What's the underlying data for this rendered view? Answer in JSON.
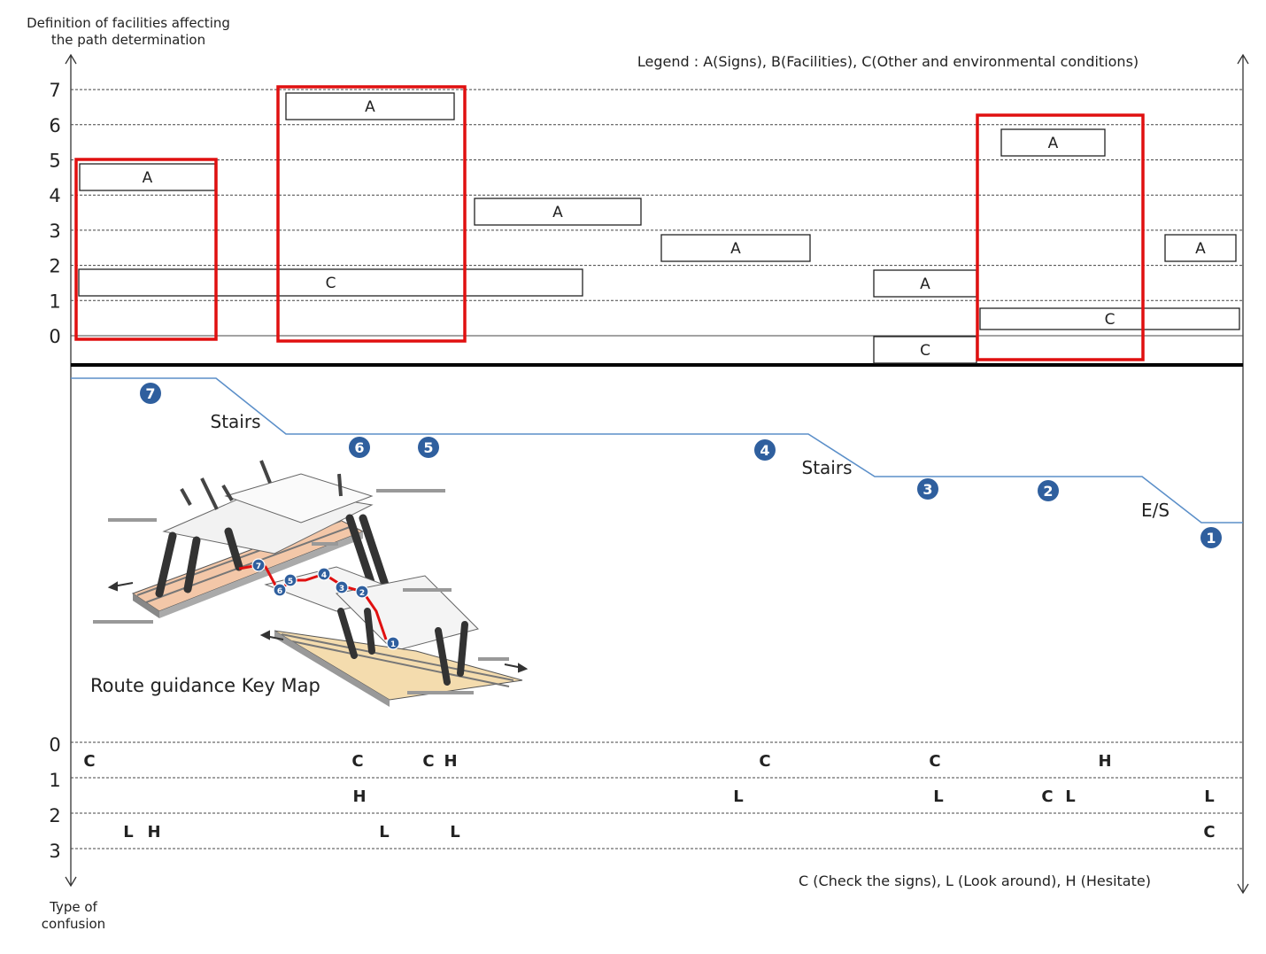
{
  "top_axis": {
    "title_line1": "Definition of facilities affecting",
    "title_line2": "the path determination",
    "tick_labels": [
      "0",
      "1",
      "2",
      "3",
      "4",
      "5",
      "6",
      "7"
    ]
  },
  "legend_top": "Legend :  A(Signs), B(Facilities), C(Other and environmental conditions)",
  "facility_boxes": [
    {
      "id": "b1",
      "label": "A",
      "level": 5
    },
    {
      "id": "b2",
      "label": "C",
      "level": 2
    },
    {
      "id": "b3",
      "label": "A",
      "level": 7
    },
    {
      "id": "b4",
      "label": "A",
      "level": 4
    },
    {
      "id": "b5",
      "label": "A",
      "level": 3
    },
    {
      "id": "b6",
      "label": "A",
      "level": 2
    },
    {
      "id": "b7",
      "label": "C",
      "level": 0
    },
    {
      "id": "b8",
      "label": "A",
      "level": 6
    },
    {
      "id": "b9",
      "label": "C",
      "level": 1
    },
    {
      "id": "b10",
      "label": "A",
      "level": 3
    }
  ],
  "route": {
    "stair_label_1": "Stairs",
    "stair_label_2": "Stairs",
    "escalator_label": "E/S",
    "points": [
      "7",
      "6",
      "5",
      "4",
      "3",
      "2",
      "1"
    ]
  },
  "key_map": {
    "caption": "Route guidance Key Map",
    "points": [
      "7",
      "6",
      "5",
      "4",
      "3",
      "2",
      "1"
    ]
  },
  "bottom_axis": {
    "title_line1": "Type of",
    "title_line2": "confusion",
    "tick_labels": [
      "0",
      "1",
      "2",
      "3"
    ]
  },
  "legend_bottom": "C (Check the signs), L (Look around), H (Hesitate)",
  "confusion_marks": [
    {
      "id": "m1",
      "label": "C",
      "row": 1
    },
    {
      "id": "m2",
      "label": "L",
      "row": 3
    },
    {
      "id": "m3",
      "label": "H",
      "row": 3
    },
    {
      "id": "m4",
      "label": "C",
      "row": 1
    },
    {
      "id": "m5",
      "label": "H",
      "row": 2
    },
    {
      "id": "m6",
      "label": "L",
      "row": 3
    },
    {
      "id": "m7",
      "label": "C",
      "row": 1
    },
    {
      "id": "m8",
      "label": "H",
      "row": 1
    },
    {
      "id": "m9",
      "label": "L",
      "row": 3
    },
    {
      "id": "m10",
      "label": "C",
      "row": 1
    },
    {
      "id": "m11",
      "label": "L",
      "row": 2
    },
    {
      "id": "m12",
      "label": "C",
      "row": 1
    },
    {
      "id": "m13",
      "label": "L",
      "row": 2
    },
    {
      "id": "m14",
      "label": "C",
      "row": 2
    },
    {
      "id": "m15",
      "label": "L",
      "row": 2
    },
    {
      "id": "m16",
      "label": "H",
      "row": 1
    },
    {
      "id": "m17",
      "label": "L",
      "row": 2
    },
    {
      "id": "m18",
      "label": "C",
      "row": 3
    }
  ],
  "colors": {
    "highlight": "#e01010",
    "route_line": "#5b8fc9",
    "point_fill": "#2f5f9e",
    "key_route": "#e01010",
    "platform": "#f3c7a8",
    "platform2": "#f4dcae"
  }
}
